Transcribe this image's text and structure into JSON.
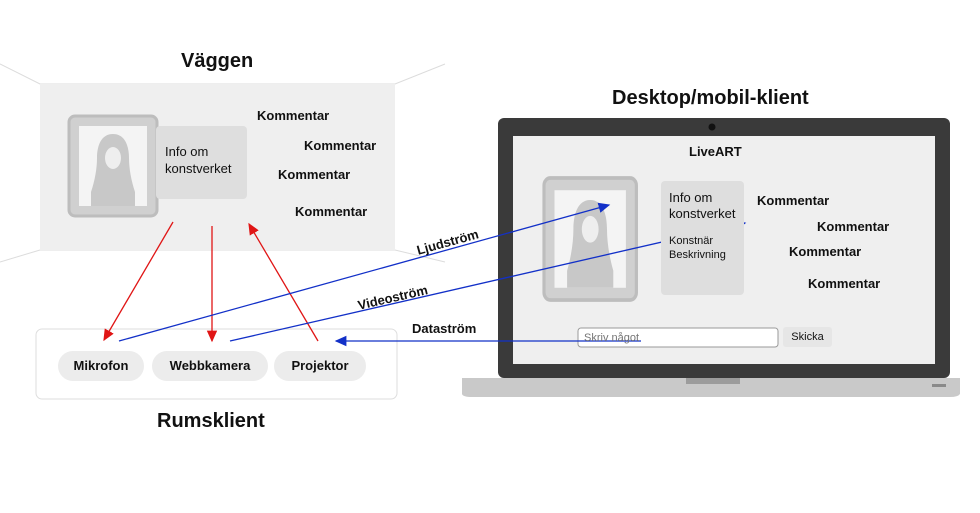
{
  "wall": {
    "title": "Väggen",
    "info": [
      "Info om",
      "konstverket"
    ],
    "comments": [
      "Kommentar",
      "Kommentar",
      "Kommentar",
      "Kommentar"
    ]
  },
  "room_client": {
    "title": "Rumsklient",
    "devices": [
      "Mikrofon",
      "Webbkamera",
      "Projektor"
    ]
  },
  "desktop": {
    "title": "Desktop/mobil-klient",
    "app_name": "LiveART",
    "info": [
      "Info om",
      "konstverket"
    ],
    "artist": "Konstnär",
    "description": "Beskrivning",
    "comments": [
      "Kommentar",
      "Kommentar",
      "Kommentar",
      "Kommentar"
    ],
    "input_placeholder": "Skriv något",
    "send_label": "Skicka"
  },
  "streams": {
    "audio": "Ljudström",
    "video": "Videoström",
    "data": "Dataström"
  },
  "colors": {
    "red_arrow": "#e01515",
    "blue_arrow": "#1230c8",
    "panel_gray": "#efefef",
    "laptop_dark": "#3a3a3a"
  }
}
